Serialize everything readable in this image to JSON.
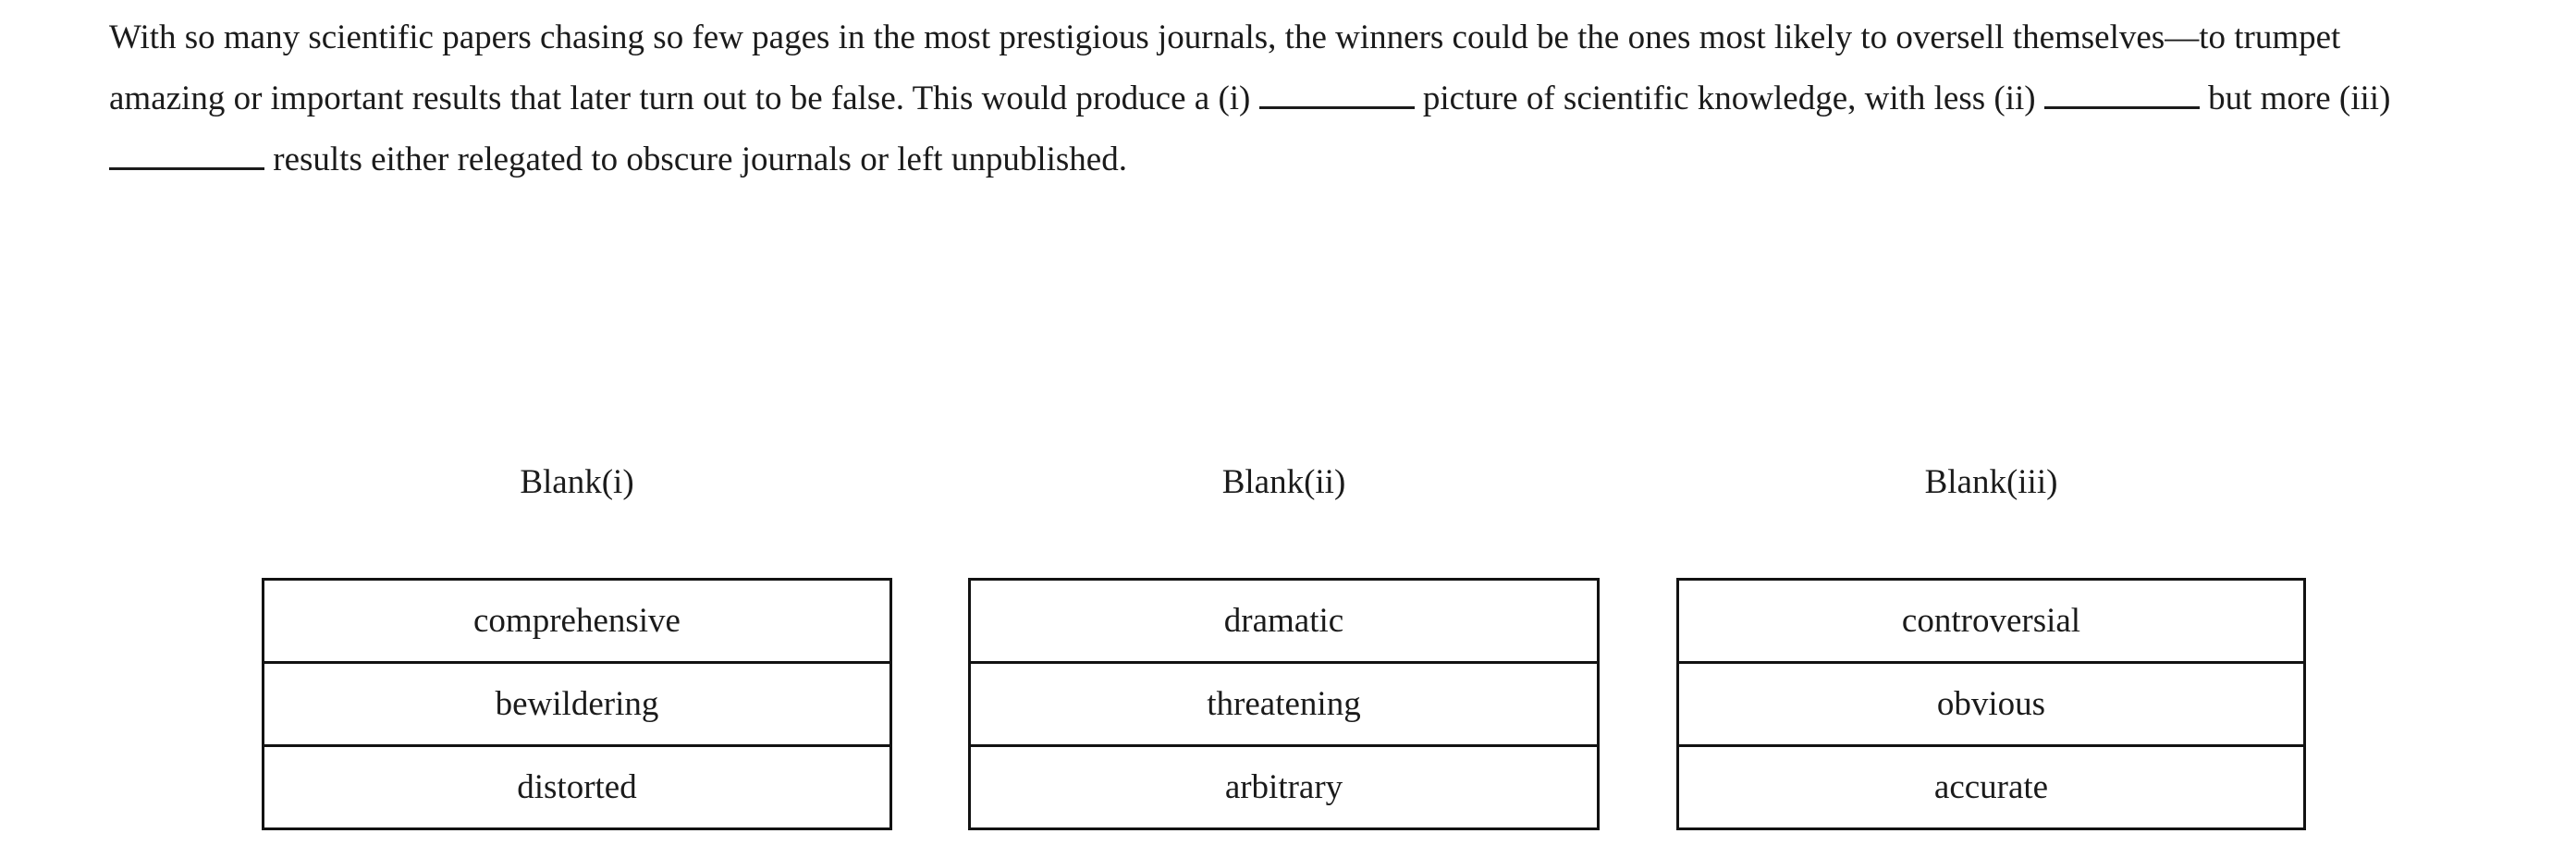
{
  "passage": {
    "segment_1": "With so many scientific papers chasing so few pages in the most prestigious journals, the winners could be the ones most likely to oversell themselves—to trumpet amazing or important results that later turn out to be false. This would produce a (i)",
    "segment_2": "picture of scientific knowledge, with less (ii)",
    "segment_3": "but more (iii)",
    "segment_4": "results either relegated to obscure journals or left unpublished."
  },
  "choices": {
    "columns": [
      {
        "header": "Blank(i)",
        "options": [
          {
            "label": "comprehensive"
          },
          {
            "label": "bewildering"
          },
          {
            "label": "distorted"
          }
        ]
      },
      {
        "header": "Blank(ii)",
        "options": [
          {
            "label": "dramatic"
          },
          {
            "label": "threatening"
          },
          {
            "label": "arbitrary"
          }
        ]
      },
      {
        "header": "Blank(iii)",
        "options": [
          {
            "label": "controversial"
          },
          {
            "label": "obvious"
          },
          {
            "label": "accurate"
          }
        ]
      }
    ]
  },
  "colors": {
    "background": "#ffffff",
    "text": "#1b1b1b",
    "table_border": "#121212"
  }
}
